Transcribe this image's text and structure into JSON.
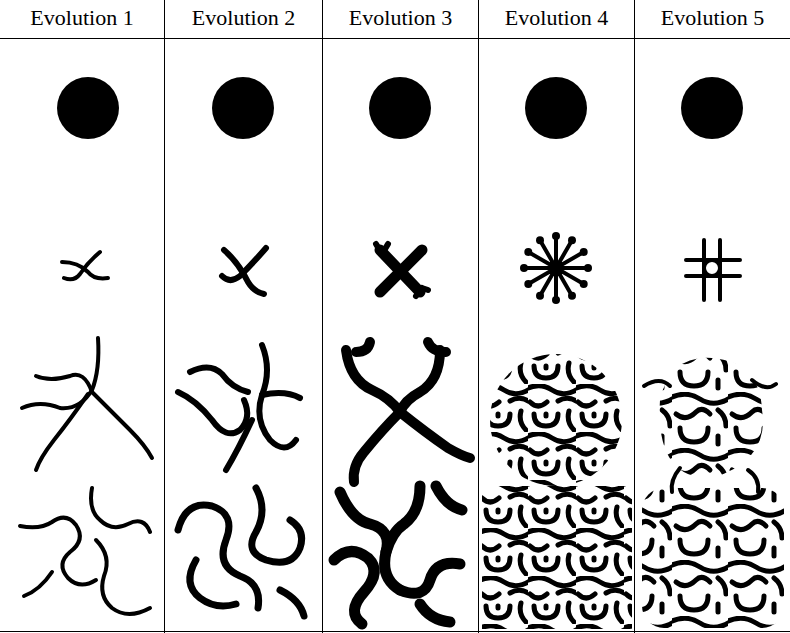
{
  "diagram": {
    "labels": [
      "Evolution 1",
      "Evolution 2",
      "Evolution 3",
      "Evolution 4",
      "Evolution 5"
    ]
  }
}
